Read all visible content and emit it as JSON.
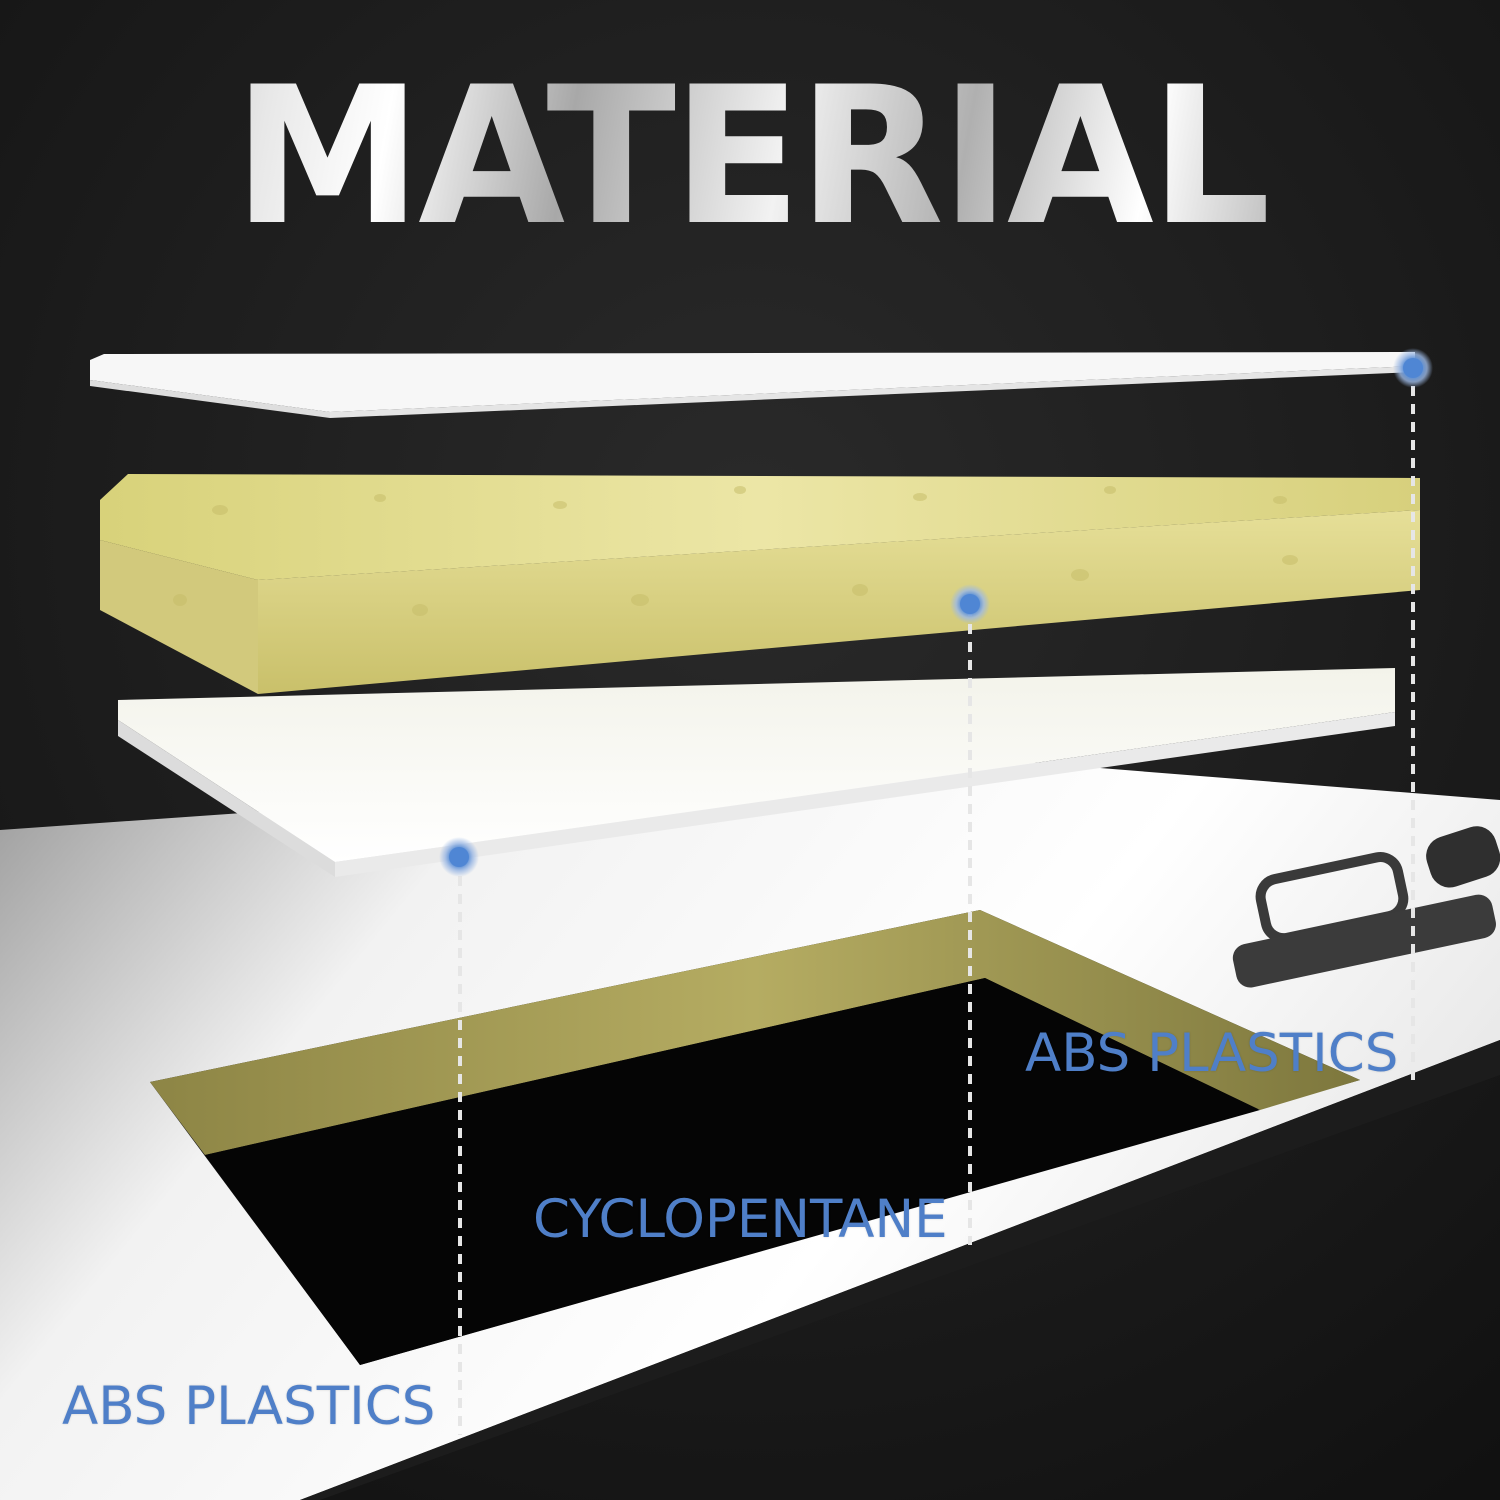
{
  "title": "MATERIAL",
  "labels": {
    "top_layer": "ABS PLASTICS",
    "middle_layer": "CYCLOPENTANE",
    "bottom_layer": "ABS PLASTICS"
  },
  "colors": {
    "background": "#151515",
    "label_text": "#4f7fc8",
    "marker_dot": "#4f86d4",
    "foam": "#e6e09a",
    "plastic_sheet": "#ffffff"
  }
}
